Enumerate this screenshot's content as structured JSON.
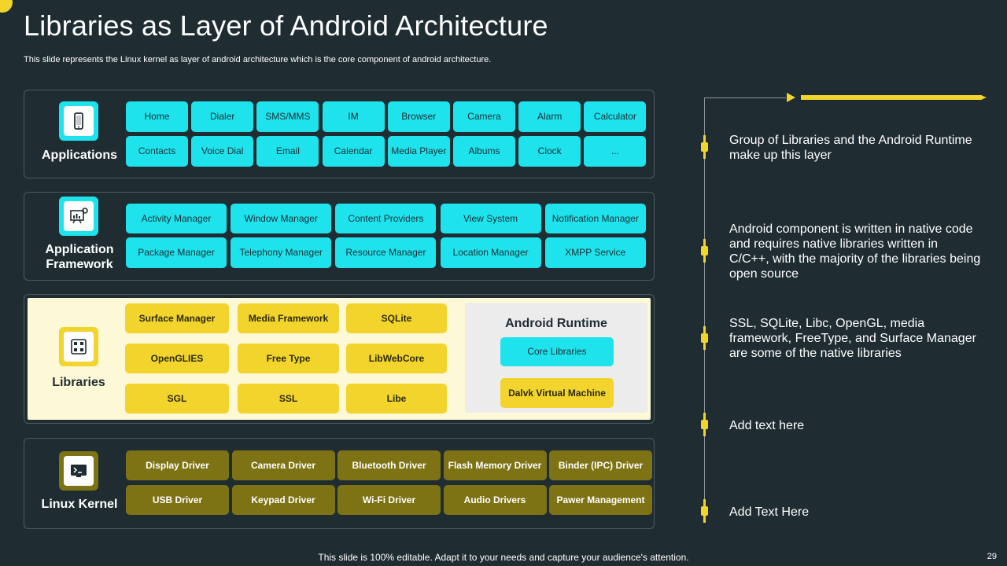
{
  "title": "Libraries as Layer of Android Architecture",
  "subtitle": "This slide represents the Linux kernel as layer of android architecture which is the core component of android architecture.",
  "colors": {
    "background": "#1f2d33",
    "cyan": "#1ee3ec",
    "yellow": "#f2d42c",
    "olive": "#7e7314",
    "light": "#fdf9d6"
  },
  "layers": {
    "applications": {
      "label": "Applications",
      "icon": "smartphone-icon",
      "row1": [
        "Home",
        "Dialer",
        "SMS/MMS",
        "IM",
        "Browser",
        "Camera",
        "Alarm",
        "Calculator"
      ],
      "row2": [
        "Contacts",
        "Voice Dial",
        "Email",
        "Calendar",
        "Media Player",
        "Albums",
        "Clock",
        "..."
      ]
    },
    "framework": {
      "label": "Application Framework",
      "icon": "dashboard-gear-icon",
      "row1": [
        "Activity Manager",
        "Window Manager",
        "Content Providers",
        "View System",
        "Notification Manager"
      ],
      "row2": [
        "Package Manager",
        "Telephony Manager",
        "Resource Manager",
        "Location Manager",
        "XMPP Service"
      ]
    },
    "libraries": {
      "label": "Libraries",
      "icon": "library-grid-icon",
      "grid": [
        [
          "Surface Manager",
          "Media Framework",
          "SQLite"
        ],
        [
          "OpenGLIES",
          "Free Type",
          "LibWebCore"
        ],
        [
          "SGL",
          "SSL",
          "Libe"
        ]
      ],
      "runtime": {
        "title": "Android Runtime",
        "items": [
          "Core Libraries",
          "Dalvk Virtual Machine"
        ]
      }
    },
    "kernel": {
      "label": "Linux Kernel",
      "icon": "terminal-icon",
      "row1": [
        "Display Driver",
        "Camera Driver",
        "Bluetooth Driver",
        "Flash Memory Driver",
        "Binder (IPC) Driver"
      ],
      "row2": [
        "USB Driver",
        "Keypad Driver",
        "Wi-Fi Driver",
        "Audio Drivers",
        "Pawer Management"
      ]
    }
  },
  "notes": [
    "Group of Libraries and the Android Runtime make up this layer",
    "Android component is written in native code and requires native libraries written in C/C++, with the majority of the libraries being open source",
    "SSL, SQLite, Libc, OpenGL, media framework, FreeType, and Surface Manager are some of the native libraries",
    "Add text here",
    "Add Text Here"
  ],
  "footer": "This slide is 100% editable. Adapt it to your needs and capture your audience's attention.",
  "page_number": "29"
}
